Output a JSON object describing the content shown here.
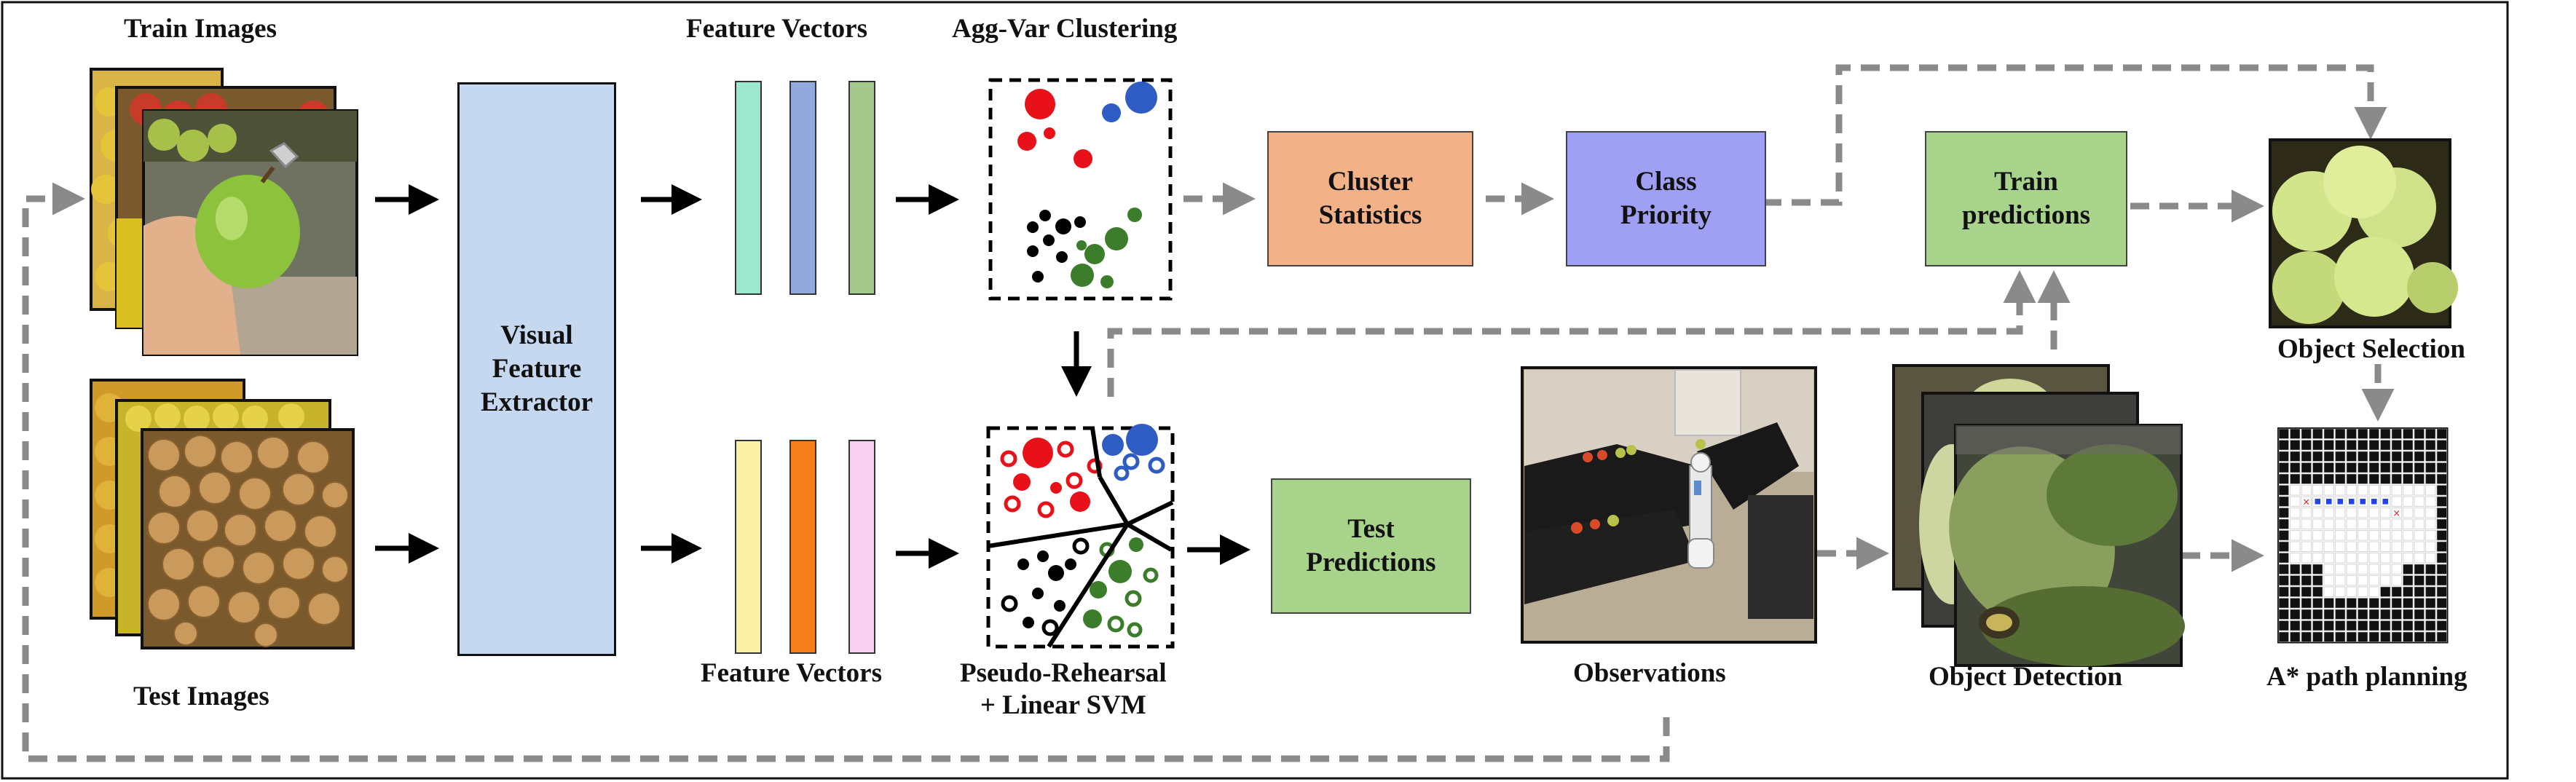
{
  "labels": {
    "train_images": "Train Images",
    "test_images": "Test Images",
    "feature_vectors_top": "Feature Vectors",
    "feature_vectors_bottom": "Feature Vectors",
    "agg_var_clustering": "Agg-Var Clustering",
    "pseudo_rehearsal_line1": "Pseudo-Rehearsal",
    "pseudo_rehearsal_line2": "+ Linear SVM",
    "observations": "Observations",
    "object_detection": "Object Detection",
    "object_selection": "Object Selection",
    "path_planning": "A* path planning"
  },
  "boxes": {
    "visual_feature_extractor": [
      "Visual",
      "Feature",
      "Extractor"
    ],
    "cluster_statistics": [
      "Cluster",
      "Statistics"
    ],
    "class_priority": [
      "Class",
      "Priority"
    ],
    "train_predictions": [
      "Train",
      "predictions"
    ],
    "test_predictions": [
      "Test",
      "Predictions"
    ]
  },
  "colors": {
    "feature_extractor": "#c5d8f0",
    "cluster_statistics": "#f2b186",
    "class_priority": "#9f9ff4",
    "predictions": "#a8d38b",
    "vector_teal": "#9be8cf",
    "vector_blue": "#93a9db",
    "vector_green": "#a3c98c",
    "vector_yellow": "#faf1a6",
    "vector_orange": "#f57d1b",
    "vector_pink": "#f8d0f2",
    "cluster_red": "#e8111a",
    "cluster_blue": "#2f5cc3",
    "cluster_green": "#3c7d2b",
    "cluster_black": "#000000",
    "dashed_arrow": "#8a8a8a"
  },
  "icons": [
    "apple-photo",
    "onion-photo",
    "robot-room-photo",
    "cucumber-photo",
    "green-apples-photo",
    "grid-map"
  ]
}
